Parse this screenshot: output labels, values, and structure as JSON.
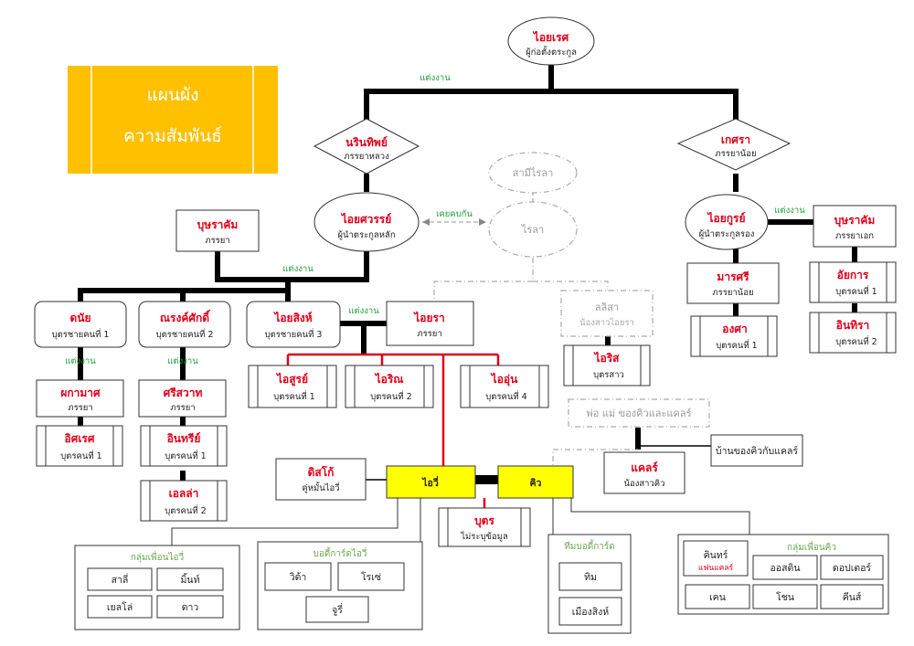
{
  "title_block": {
    "line1": "แผนผัง",
    "line2": "ความสัมพันธ์",
    "bg": "#ffc000"
  },
  "colors": {
    "name": "#e0001a",
    "marriage": "#1e9e3c",
    "highlight": "#ffff00",
    "dim": "#999999"
  },
  "labels": {
    "married_top": "แต่งงาน",
    "married_mid": "แต่งงาน",
    "married_right": "แต่งงาน",
    "married_yai": "แต่งงาน",
    "married_danai": "แต่งงาน",
    "married_narong": "แต่งงาน",
    "used_to_date": "เคยคบกัน"
  },
  "people": {
    "aiyares": {
      "name": "ไอยเรศ",
      "role": "ผู้ก่อตั้งตระกูล"
    },
    "narintip": {
      "name": "นรินทิพย์",
      "role": "ภรรยาหลวง"
    },
    "kesara": {
      "name": "เกศรา",
      "role": "ภรรยาน้อย"
    },
    "aisawan": {
      "name": "ไอยศวรรย์",
      "role": "ผู้นำตระกูลหลัก"
    },
    "aiyakoon": {
      "name": "ไอยกูรย์",
      "role": "ผู้นำตระกูลรอง"
    },
    "samirela": {
      "name": "สามีไรลา"
    },
    "rela": {
      "name": "ไรลา"
    },
    "boonyakam1": {
      "name": "บุษราคัม",
      "role": "ภรรยา"
    },
    "boonyakam2": {
      "name": "บุษราคัม",
      "role": "ภรรยาเอก"
    },
    "maansri": {
      "name": "มารศรี",
      "role": "ภรรยาน้อย"
    },
    "akkan": {
      "name": "อัยการ",
      "role": "บุตรคนที่ 1"
    },
    "intira": {
      "name": "อินทิรา",
      "role": "บุตรคนที่ 2"
    },
    "ongsa": {
      "name": "องศา",
      "role": "บุตรคนที่ 1"
    },
    "danai": {
      "name": "ดนัย",
      "role": "บุตรชายคนที่ 1"
    },
    "narongsak": {
      "name": "ณรงค์ศักดิ์",
      "role": "บุตรชายคนที่ 2"
    },
    "aisingh": {
      "name": "ไอยสิงห์",
      "role": "บุตรชายคนที่ 3"
    },
    "aiyara": {
      "name": "ไอยรา",
      "role": "ภรรยา"
    },
    "lalisa": {
      "name": "ลลิสา",
      "role": "น้องสาวไอยรา"
    },
    "airis": {
      "name": "ไอริส",
      "role": "บุตรสาว"
    },
    "phakamas": {
      "name": "ผกามาศ",
      "role": "ภรรยา"
    },
    "srisawat": {
      "name": "ศรีสวาท",
      "role": "ภรรยา"
    },
    "itsares": {
      "name": "อิศเรศ",
      "role": "บุตรคนที่ 1"
    },
    "intharee": {
      "name": "อินทรีย์",
      "role": "บุตรคนที่ 1"
    },
    "ella": {
      "name": "เอลล่า",
      "role": "บุตรคนที่ 2"
    },
    "aisoon": {
      "name": "ไอสูรย์",
      "role": "บุตรคนที่ 1"
    },
    "airin": {
      "name": "ไอริณ",
      "role": "บุตรคนที่ 2"
    },
    "aiun": {
      "name": "ไออุ่น",
      "role": "บุตรคนที่ 4"
    },
    "aiwee": {
      "name": "ไอวี่"
    },
    "kiw": {
      "name": "คิว"
    },
    "disco": {
      "name": "ดิสโก้",
      "role": "คู่หมั้นไอวี่"
    },
    "boot": {
      "name": "บุตร",
      "role": "ไม่ระบุข้อมูล"
    },
    "cares": {
      "name": "แคลร์",
      "role": "น้องสาวคิว"
    },
    "parents_kiw": {
      "name": "พ่อ แม่ ของคิวและแคลร์"
    },
    "house_kiw": {
      "name": "บ้านของคิวกับแคลร์"
    }
  },
  "groups": {
    "aiwee_friends": {
      "title": "กลุ่มเพื่อนไอวี่",
      "members": [
        "สาลี่",
        "มิ้นท์",
        "เยลโล่",
        "ดาว"
      ]
    },
    "aiwee_guards": {
      "title": "บอดี้การ์ดไอวี่",
      "members": [
        "วิด้า",
        "โรเซ่",
        "จูรี่"
      ]
    },
    "bodyguard_team": {
      "title": "ทีมบอดี้การ์ด",
      "members": [
        "ทิม",
        "เมืองสิงห์"
      ]
    },
    "kiw_friends": {
      "title": "กลุ่มเพื่อนคิว",
      "lead": "คินทร์",
      "lead_note": "แฟนแคลร์",
      "members": [
        "ออสติน",
        "ดอปเตอร์",
        "เคน",
        "โชน",
        "คีนส์"
      ]
    }
  }
}
